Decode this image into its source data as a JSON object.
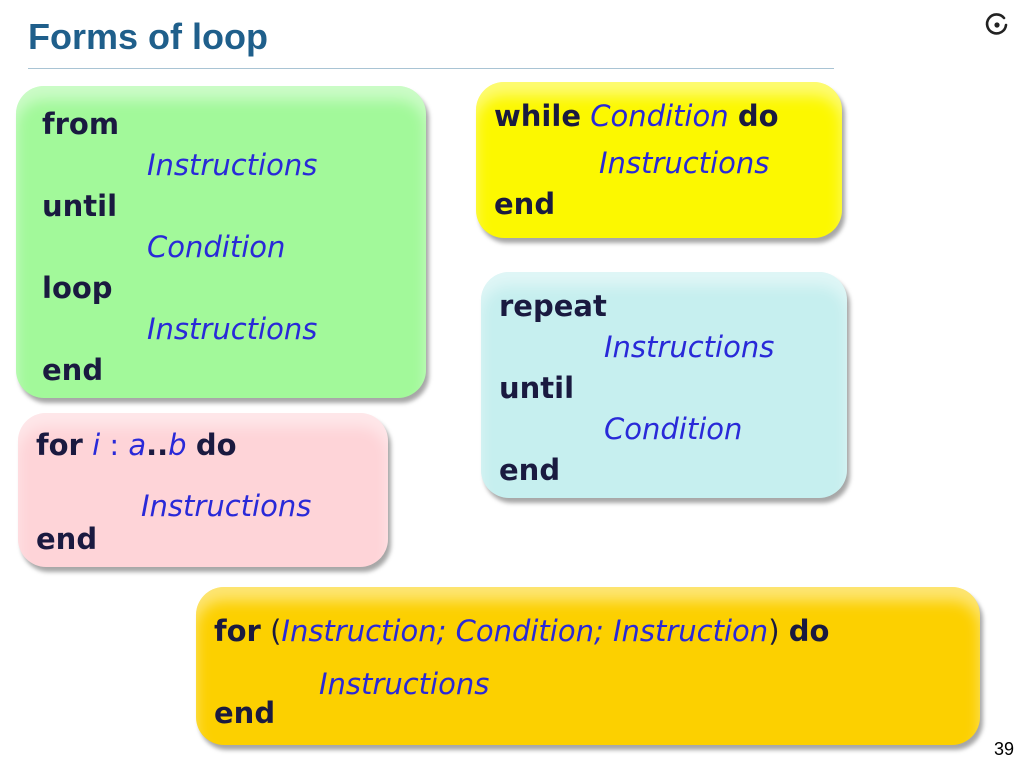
{
  "slide": {
    "title": "Forms of loop",
    "number": "39"
  },
  "logo": {
    "icon": "eiffel-logo-icon"
  },
  "colors": {
    "title": "#1f5f8b",
    "keyword": "#1a1a40",
    "placeholder": "#2929d8",
    "from_box": "#a2f99a",
    "while_box": "#fcf800",
    "repeat_box": "#c6efef",
    "for_range_box": "#fed4d8",
    "for_c_box": "#fcd000"
  },
  "from_loop": {
    "kw_from": "from",
    "init_instructions": "Instructions",
    "kw_until": "until",
    "condition": "Condition",
    "kw_loop": "loop",
    "body_instructions": "Instructions",
    "kw_end": "end"
  },
  "while_loop": {
    "kw_while": "while",
    "condition": "Condition",
    "kw_do": "do",
    "instructions": "Instructions",
    "kw_end": "end"
  },
  "repeat_loop": {
    "kw_repeat": "repeat",
    "instructions": "Instructions",
    "kw_until": "until",
    "condition": "Condition",
    "kw_end": "end"
  },
  "for_range_loop": {
    "kw_for": "for",
    "var": "i",
    "colon": ":",
    "lower": "a",
    "dots": "..",
    "upper": "b",
    "kw_do": "do",
    "instructions": "Instructions",
    "kw_end": "end"
  },
  "for_c_loop": {
    "kw_for": "for",
    "open_paren": "(",
    "header": "Instruction; Condition; Instruction",
    "close_paren": ")",
    "kw_do": "do",
    "instructions": "Instructions",
    "kw_end": "end"
  }
}
